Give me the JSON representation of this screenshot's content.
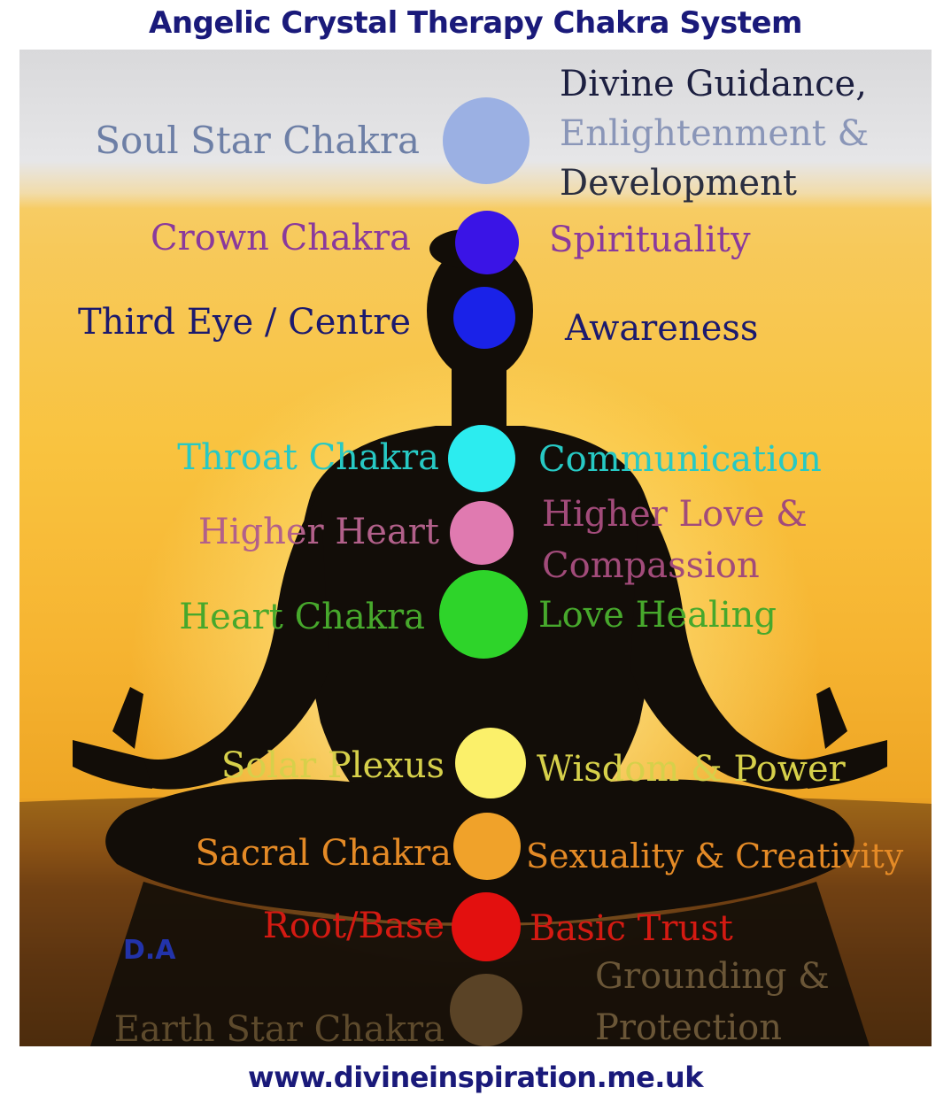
{
  "title": "Angelic Crystal Therapy Chakra System",
  "footer": "www.divineinspiration.me.uk",
  "signature": "D.A",
  "colors": {
    "title": "#1a1a7a",
    "footer": "#1a1a7a"
  },
  "chakras": [
    {
      "name": "Soul Star Chakra",
      "meaning_lines": [
        "Divine Guidance,",
        "Enlightenment &",
        "Development"
      ],
      "dot": "#9bb0e3",
      "name_color": "#6d7fa6",
      "meaning_colors": [
        "#1c1f40",
        "#8a96b8",
        "#2a2e40"
      ]
    },
    {
      "name": "Crown Chakra",
      "meaning_lines": [
        "Spirituality"
      ],
      "dot": "#3a14e6",
      "name_color": "#8a3a9c",
      "meaning_colors": [
        "#8a3a9c"
      ]
    },
    {
      "name": "Third Eye / Centre",
      "meaning_lines": [
        "Awareness"
      ],
      "dot": "#1a22e8",
      "name_color": "#1c1a6e",
      "meaning_colors": [
        "#1c1a6e"
      ]
    },
    {
      "name": "Throat Chakra",
      "meaning_lines": [
        "Communication"
      ],
      "dot": "#2cecef",
      "name_color": "#27c9c4",
      "meaning_colors": [
        "#27c9c4"
      ]
    },
    {
      "name": "Higher Heart",
      "meaning_lines": [
        "Higher Love &",
        "Compassion"
      ],
      "dot": "#e07ab0",
      "name_color": "#b2608a",
      "meaning_colors": [
        "#a24b7a",
        "#a24b7a"
      ]
    },
    {
      "name": "Heart Chakra",
      "meaning_lines": [
        "Love Healing"
      ],
      "dot": "#2ed42a",
      "name_color": "#47a82c",
      "meaning_colors": [
        "#47a82c"
      ]
    },
    {
      "name": "Solar Plexus",
      "meaning_lines": [
        "Wisdom & Power"
      ],
      "dot": "#fbf06a",
      "name_color": "#d6d04a",
      "meaning_colors": [
        "#d6d04a"
      ]
    },
    {
      "name": "Sacral Chakra",
      "meaning_lines": [
        "Sexuality & Creativity"
      ],
      "dot": "#f0a22a",
      "name_color": "#e48a26",
      "meaning_colors": [
        "#e48a26"
      ]
    },
    {
      "name": "Root/Base",
      "meaning_lines": [
        "Basic Trust"
      ],
      "dot": "#e3100f",
      "name_color": "#d41a12",
      "meaning_colors": [
        "#d41a12"
      ]
    },
    {
      "name": "Earth Star Chakra",
      "meaning_lines": [
        "Grounding &",
        "Protection"
      ],
      "dot": "#5a4326",
      "name_color": "#5d4a2c",
      "meaning_colors": [
        "#6a5637",
        "#6a5637"
      ]
    }
  ]
}
